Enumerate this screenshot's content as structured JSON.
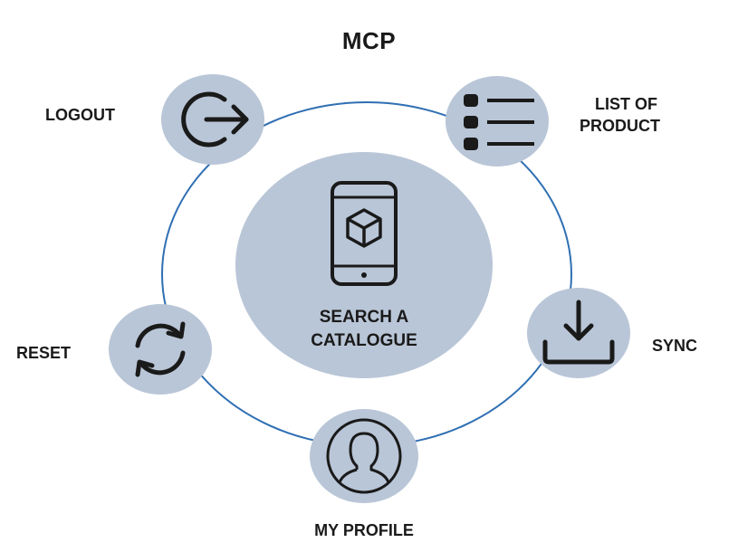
{
  "title": "MCP",
  "hub": {
    "label_line1": "SEARCH A",
    "label_line2": "CATALOGUE",
    "icon": "phone-box-icon"
  },
  "nodes": {
    "logout": {
      "label": "LOGOUT",
      "icon": "logout-icon"
    },
    "product": {
      "label_line1": "LIST OF",
      "label_line2": "PRODUCT",
      "icon": "list-icon"
    },
    "sync": {
      "label": "SYNC",
      "icon": "download-icon"
    },
    "profile": {
      "label": "MY PROFILE",
      "icon": "user-icon"
    },
    "reset": {
      "label": "RESET",
      "icon": "refresh-icon"
    }
  },
  "colors": {
    "node_fill": "#b9c6d7",
    "ring": "#2f6fb3",
    "ink": "#1a1a1a"
  }
}
